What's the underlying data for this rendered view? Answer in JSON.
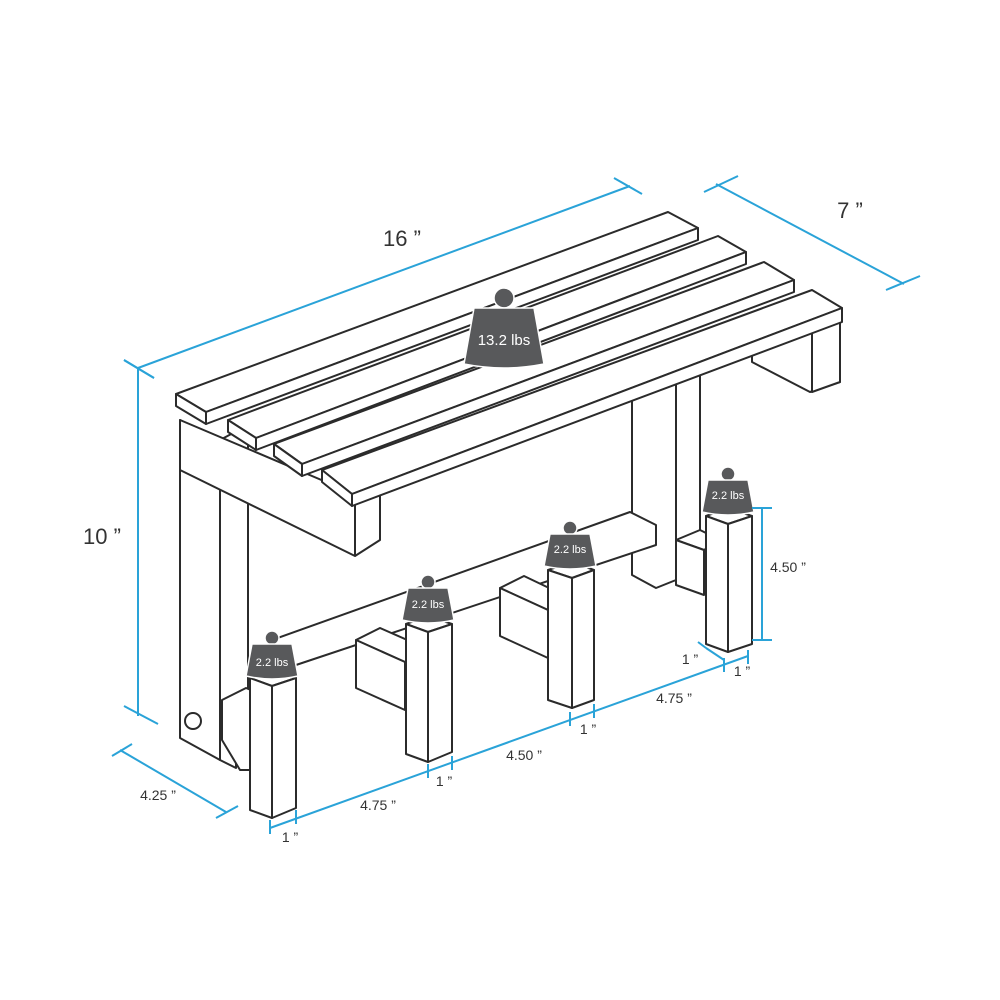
{
  "dimensions": {
    "length": "16 ”",
    "depth": "7 ”",
    "height": "10 ”",
    "base_depth": "4.25 ”",
    "peg_height": "4.50 ”",
    "gap_1": "4.75 ”",
    "gap_2": "4.50 ”",
    "gap_3": "4.75 ”",
    "peg_width_1": "1 ”",
    "peg_width_2": "1 ”",
    "peg_width_3": "1 ”",
    "peg_width_4": "1 ”",
    "peg_depth": "1 ”"
  },
  "weights": {
    "seat": "13.2 lbs",
    "peg_1": "2.2 lbs",
    "peg_2": "2.2 lbs",
    "peg_3": "2.2 lbs",
    "peg_4": "2.2 lbs"
  },
  "colors": {
    "dimension_line": "#2aa3d8",
    "outline": "#2b2b2b",
    "weight_fill": "#58595b"
  }
}
